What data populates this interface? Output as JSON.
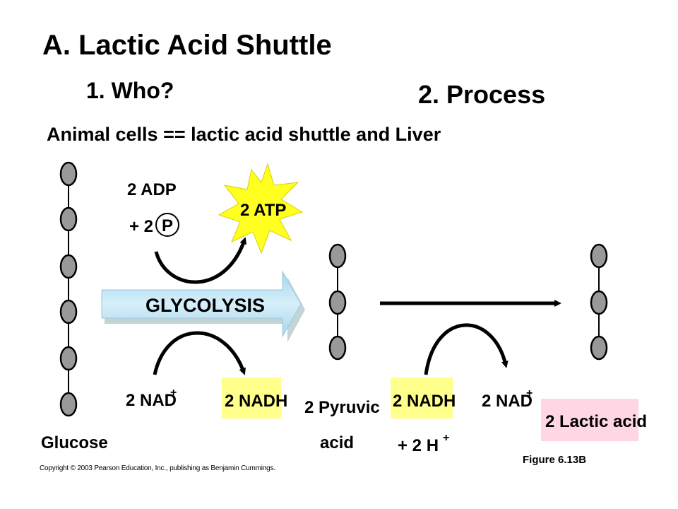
{
  "slide": {
    "title": "A. Lactic Acid Shuttle",
    "subtitle_who": "1. Who?",
    "subtitle_process": "2. Process",
    "description": "Animal cells == lactic acid shuttle and Liver"
  },
  "diagram": {
    "atp_label": "2 ATP",
    "adp_label": "2 ADP",
    "phosphate_prefix": "+ 2",
    "phosphate_symbol": "P",
    "glycolysis_label": "GLYCOLYSIS",
    "nad_left": "2 NAD",
    "nad_left_sup": "+",
    "nadh_left": "2 NADH",
    "glucose_label": "Glucose",
    "pyruvic_line1": "2 Pyruvic",
    "pyruvic_line2": "acid",
    "nadh_right": "2 NADH",
    "hydrogen_label": "+ 2 H",
    "hydrogen_sup": "+",
    "nad_right": "2 NAD",
    "nad_right_sup": "+",
    "lactic_label": "2 Lactic acid"
  },
  "colors": {
    "yellow_highlight": "#ffff8c",
    "atp_star": "#ffff20",
    "pink_highlight": "#ffd6e4",
    "glycolysis_arrow": "#b8e0f4",
    "bead_gray": "#999999"
  },
  "figure_label": "Figure 6.13B",
  "copyright": "Copyright © 2003 Pearson Education, Inc., publishing as Benjamin Cummings."
}
